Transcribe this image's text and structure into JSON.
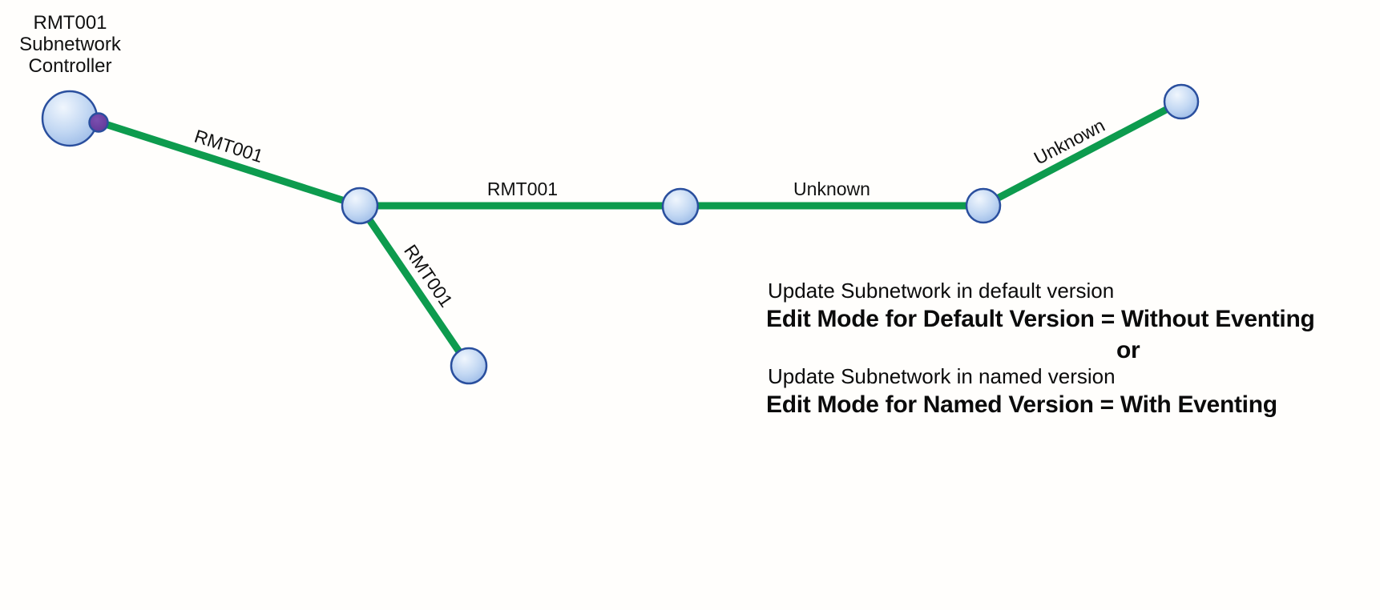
{
  "graph": {
    "controller": {
      "label_lines": [
        "RMT001",
        "Subnetwork",
        "Controller"
      ]
    },
    "nodes": [
      {
        "id": "subnetwork-controller",
        "type": "controller"
      },
      {
        "id": "controller-port",
        "type": "port"
      },
      {
        "id": "junction-node",
        "type": "device"
      },
      {
        "id": "middle-node",
        "type": "device"
      },
      {
        "id": "right-node",
        "type": "device"
      },
      {
        "id": "top-right-node",
        "type": "device"
      },
      {
        "id": "bottom-node",
        "type": "device"
      }
    ],
    "edges": [
      {
        "from": "subnetwork-controller",
        "to": "junction-node",
        "label": "RMT001"
      },
      {
        "from": "junction-node",
        "to": "middle-node",
        "label": "RMT001"
      },
      {
        "from": "junction-node",
        "to": "bottom-node",
        "label": "RMT001"
      },
      {
        "from": "middle-node",
        "to": "right-node",
        "label": "Unknown"
      },
      {
        "from": "right-node",
        "to": "top-right-node",
        "label": "Unknown"
      }
    ],
    "colors": {
      "edge_green": "#0d9b4e",
      "node_border": "#2a4f9e",
      "node_fill_light": "#f0f6fd",
      "node_fill_mid": "#c3d8f3",
      "node_fill_dark": "#98b8e6",
      "port_fill_light": "#7b4fb0",
      "port_fill_dark": "#5e3695",
      "label_color": "#111111"
    }
  },
  "annotation": {
    "line1": "Update Subnetwork in default version",
    "line2": "Edit Mode for Default Version = Without Eventing",
    "line3": "or",
    "line4": "Update Subnetwork in named version",
    "line5": "Edit Mode for Named Version = With Eventing"
  }
}
